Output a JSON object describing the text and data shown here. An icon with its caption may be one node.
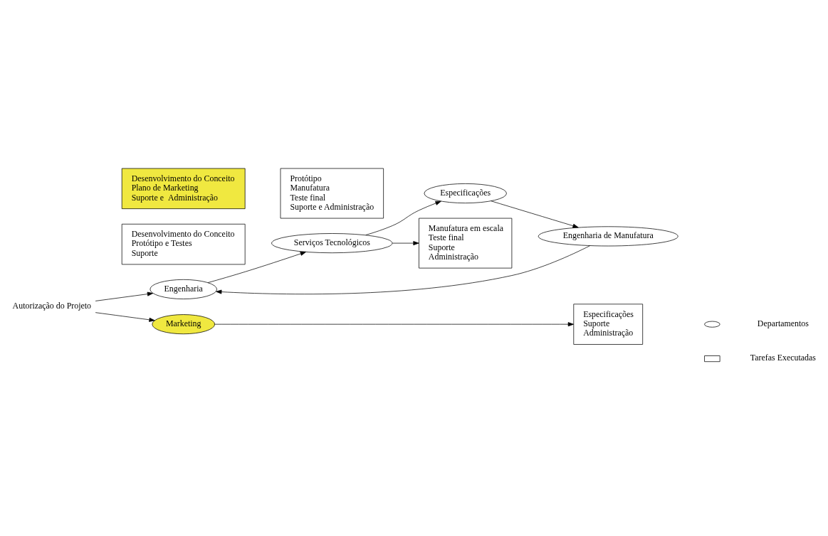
{
  "diagram": {
    "nodes": [
      {
        "text": [
          "Autorização do Projeto"
        ]
      },
      {
        "text": [
          "Engenharia"
        ]
      },
      {
        "text": [
          "Marketing"
        ]
      },
      {
        "text": [
          "Serviços Tecnológicos"
        ]
      },
      {
        "text": [
          "Engenharia de Manufatura"
        ]
      },
      {
        "text": [
          "Especificações"
        ]
      },
      {
        "text": [
          "Desenvolvimento do Conceito",
          "Protótipo e Testes",
          "Suporte"
        ]
      },
      {
        "text": [
          "Manufatura em escala",
          "Teste final",
          "Suporte",
          "Administração"
        ]
      },
      {
        "text": [
          "Protótipo",
          "Manufatura",
          "Teste final",
          "Suporte e Administração"
        ]
      },
      {
        "text": [
          "Desenvolvimento do Conceito",
          "Plano de Marketing",
          "Suporte e  Administração"
        ]
      },
      {
        "text": [
          "Especificações",
          "Suporte",
          "Administração"
        ]
      }
    ],
    "edges": [
      {
        "from": 0,
        "to": 1,
        "arrow": "to"
      },
      {
        "from": 0,
        "to": 2,
        "arrow": "to"
      },
      {
        "from": 1,
        "to": 3,
        "arrow": "to"
      },
      {
        "from": 3,
        "to": 7,
        "arrow": "to"
      },
      {
        "from": 4,
        "to": 1,
        "arrow": "to"
      },
      {
        "from": 3,
        "to": 5,
        "arrow": "to"
      },
      {
        "from": 5,
        "to": 4,
        "arrow": "to"
      },
      {
        "from": 2,
        "to": 10,
        "arrow": "to"
      }
    ],
    "legend": [
      {
        "text": "Departamentos"
      },
      {
        "text": "Tarefas Executadas"
      }
    ]
  }
}
